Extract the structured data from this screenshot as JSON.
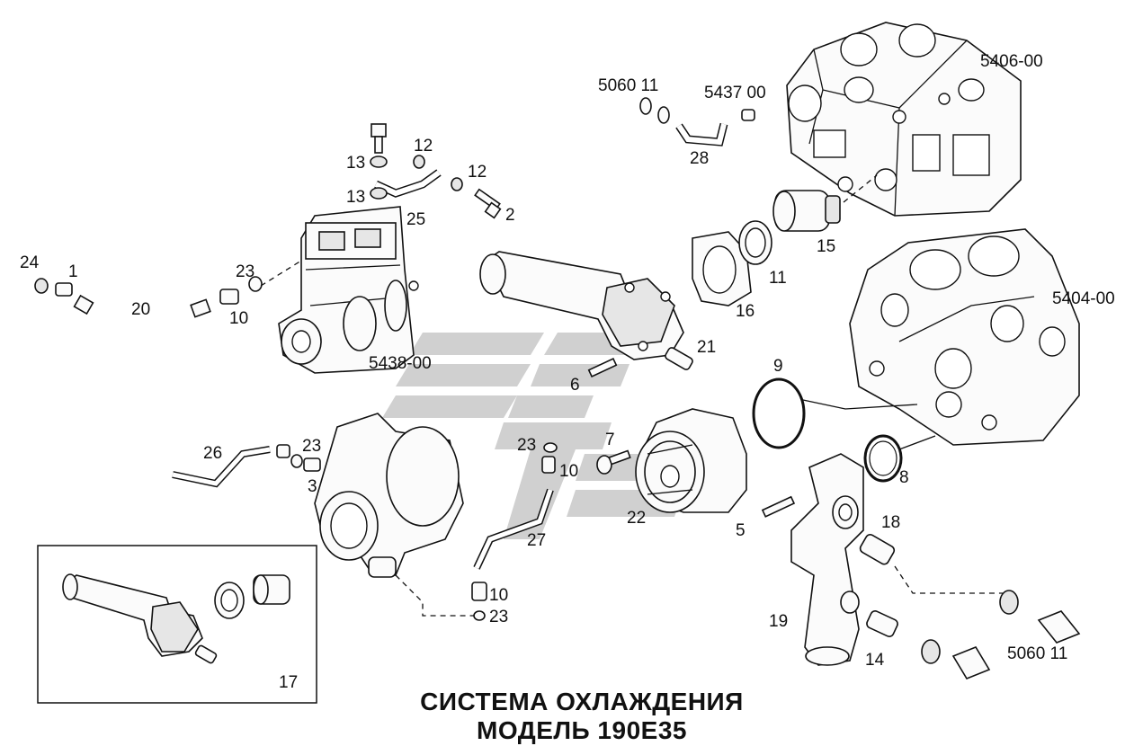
{
  "title": {
    "line1": "СИСТЕМА ОХЛАЖДЕНИЯ",
    "line2": "МОДЕЛЬ 190Е35"
  },
  "assembly_refs": {
    "cylinder_head": "5406-00",
    "cylinder_block": "5404-00",
    "compressor": "5438-00",
    "hose_top": "5060 11",
    "hose_bottom": "5060 11",
    "pipe_top": "5437 00"
  },
  "callouts": {
    "c1": "1",
    "c2": "2",
    "c3": "3",
    "c5": "5",
    "c6": "6",
    "c7": "7",
    "c8": "8",
    "c9": "9",
    "c10_compressor": "10",
    "c10_pipe_top": "10",
    "c10_pipe_bottom": "10",
    "c11": "11",
    "c12_top": "12",
    "c12_bottom": "12",
    "c13_top": "13",
    "c13_bottom": "13",
    "c14": "14",
    "c15": "15",
    "c16": "16",
    "c17": "17",
    "c18": "18",
    "c19": "19",
    "c20": "20",
    "c21": "21",
    "c22": "22",
    "c23_compressor": "23",
    "c23_turbo": "23",
    "c23_pipe_top": "23",
    "c23_pipe_bottom": "23",
    "c24": "24",
    "c25": "25",
    "c26": "26",
    "c27": "27",
    "c28": "28"
  },
  "colors": {
    "line": "#111111",
    "watermark": "#c8c8c8",
    "background": "#ffffff"
  }
}
